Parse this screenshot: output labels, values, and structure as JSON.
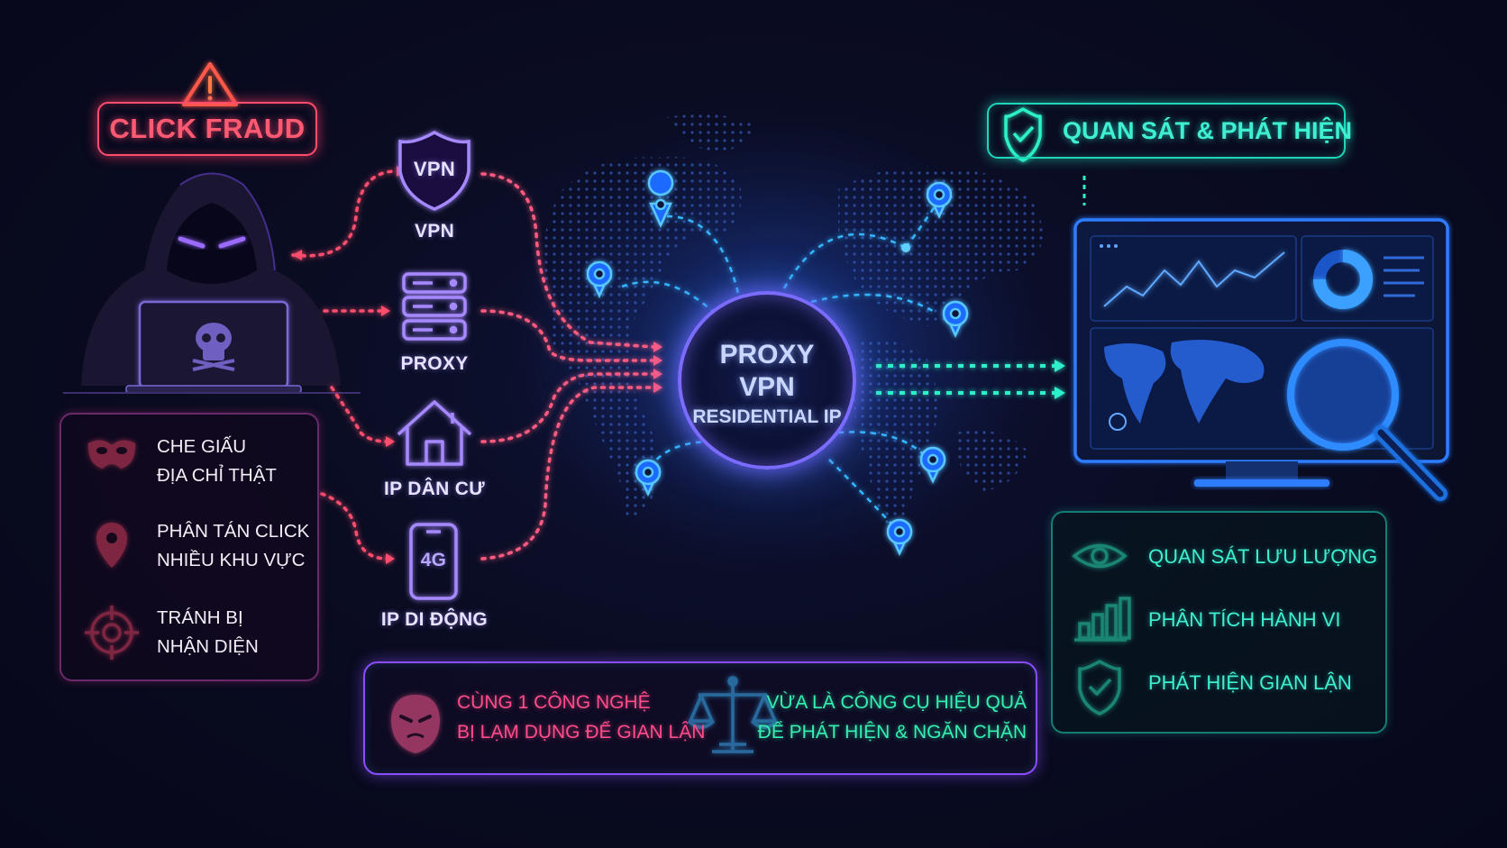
{
  "click_fraud": {
    "title": "CLICK FRAUD",
    "icons": [
      "warning-triangle-icon",
      "hacker-figure-icon",
      "skull-icon"
    ]
  },
  "tools": [
    {
      "label": "VPN",
      "icon_text": "VPN",
      "icon": "shield-icon"
    },
    {
      "label": "PROXY",
      "icon": "server-stack-icon"
    },
    {
      "label": "IP DÂN CƯ",
      "icon": "house-icon"
    },
    {
      "label": "IP DI ĐỘNG",
      "icon_text": "4G",
      "icon": "phone-icon"
    }
  ],
  "tactics": [
    {
      "text": "CHE GIẤU\nĐỊA CHỈ THẬT",
      "icon": "mask-icon"
    },
    {
      "text": "PHÂN TÁN CLICK\nNHIỀU KHU VỰC",
      "icon": "location-pin-icon"
    },
    {
      "text": "TRÁNH BỊ\nNHẬN DIỆN",
      "icon": "target-icon"
    }
  ],
  "hub": {
    "line1": "PROXY",
    "line2": "VPN",
    "line3": "RESIDENTIAL IP"
  },
  "observe": {
    "title": "QUAN SÁT & PHÁT HIỆN",
    "icon": "shield-check-icon"
  },
  "features": [
    {
      "text": "QUAN SÁT LƯU LƯỢNG",
      "icon": "eye-icon"
    },
    {
      "text": "PHÂN TÍCH HÀNH VI",
      "icon": "bar-chart-icon"
    },
    {
      "text": "PHÁT HIỆN GIAN LẬN",
      "icon": "shield-check-icon"
    }
  ],
  "bottom": {
    "left_text": "CÙNG 1 CÔNG NGHỆ\nBỊ LẠM DỤNG ĐỂ GIAN LẬN",
    "right_text": "VỪA LÀ CÔNG CỤ HIỆU QUẢ\nĐỂ PHÁT HIỆN & NGĂN CHẶN",
    "icons": [
      "mask-face-icon",
      "balance-scale-icon"
    ]
  },
  "colors": {
    "fraud": "#ff4d6d",
    "purple": "#8a4dff",
    "teal": "#1fd6b8",
    "blue": "#3aa0ff"
  }
}
